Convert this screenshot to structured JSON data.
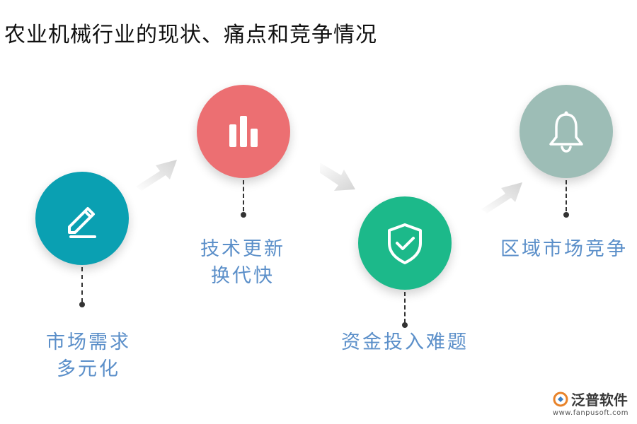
{
  "title": "农业机械行业的现状、痛点和竞争情况",
  "colors": {
    "teal": "#0aa0b2",
    "coral": "#ec6f72",
    "green": "#1cb98a",
    "sage": "#9dbdb6",
    "label": "#5b8fc9",
    "arrow": "#d4d4d4"
  },
  "items": [
    {
      "lines": [
        "市场需求",
        "多元化"
      ],
      "icon": "pencil-icon"
    },
    {
      "lines": [
        "技术更新",
        "换代快"
      ],
      "icon": "bar-chart-icon"
    },
    {
      "lines": [
        "资金投入难题"
      ],
      "icon": "shield-check-icon"
    },
    {
      "lines": [
        "区域市场竞争"
      ],
      "icon": "bell-icon"
    }
  ],
  "logo": {
    "name": "泛普软件",
    "url": "www.fanpusoft.com"
  }
}
